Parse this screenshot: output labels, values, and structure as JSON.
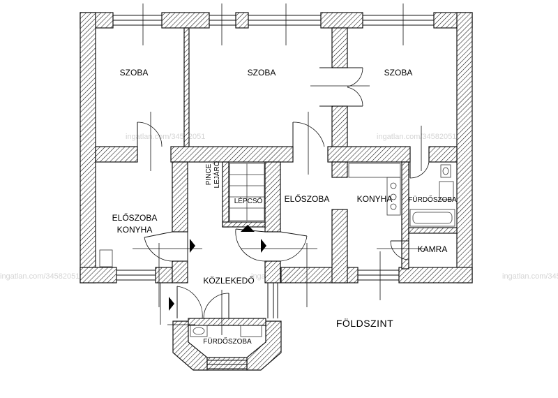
{
  "rooms": {
    "szoba_1": "SZOBA",
    "szoba_2": "SZOBA",
    "szoba_3": "SZOBA",
    "eloszoba_konyha_1": "ELŐSZOBA",
    "eloszoba_konyha_2": "KONYHA",
    "pince_lejaro_1": "PINCE",
    "pince_lejaro_2": "LEJÁRÓ",
    "lepcso": "LÉPCSŐ",
    "eloszoba": "ELŐSZOBA",
    "konyha": "KONYHA",
    "furdoszoba_right": "FÜRDŐSZOBA",
    "kamra": "KAMRA",
    "kozlekedo": "KÖZLEKEDŐ",
    "furdoszoba_bottom": "FÜRDŐSZOBA"
  },
  "plan_title": "FÖLDSZINT",
  "watermark": "ingatlan.com/34582051",
  "colors": {
    "wall_hatch": "#111111",
    "watermark": "#d4d4d4",
    "background": "#ffffff"
  }
}
